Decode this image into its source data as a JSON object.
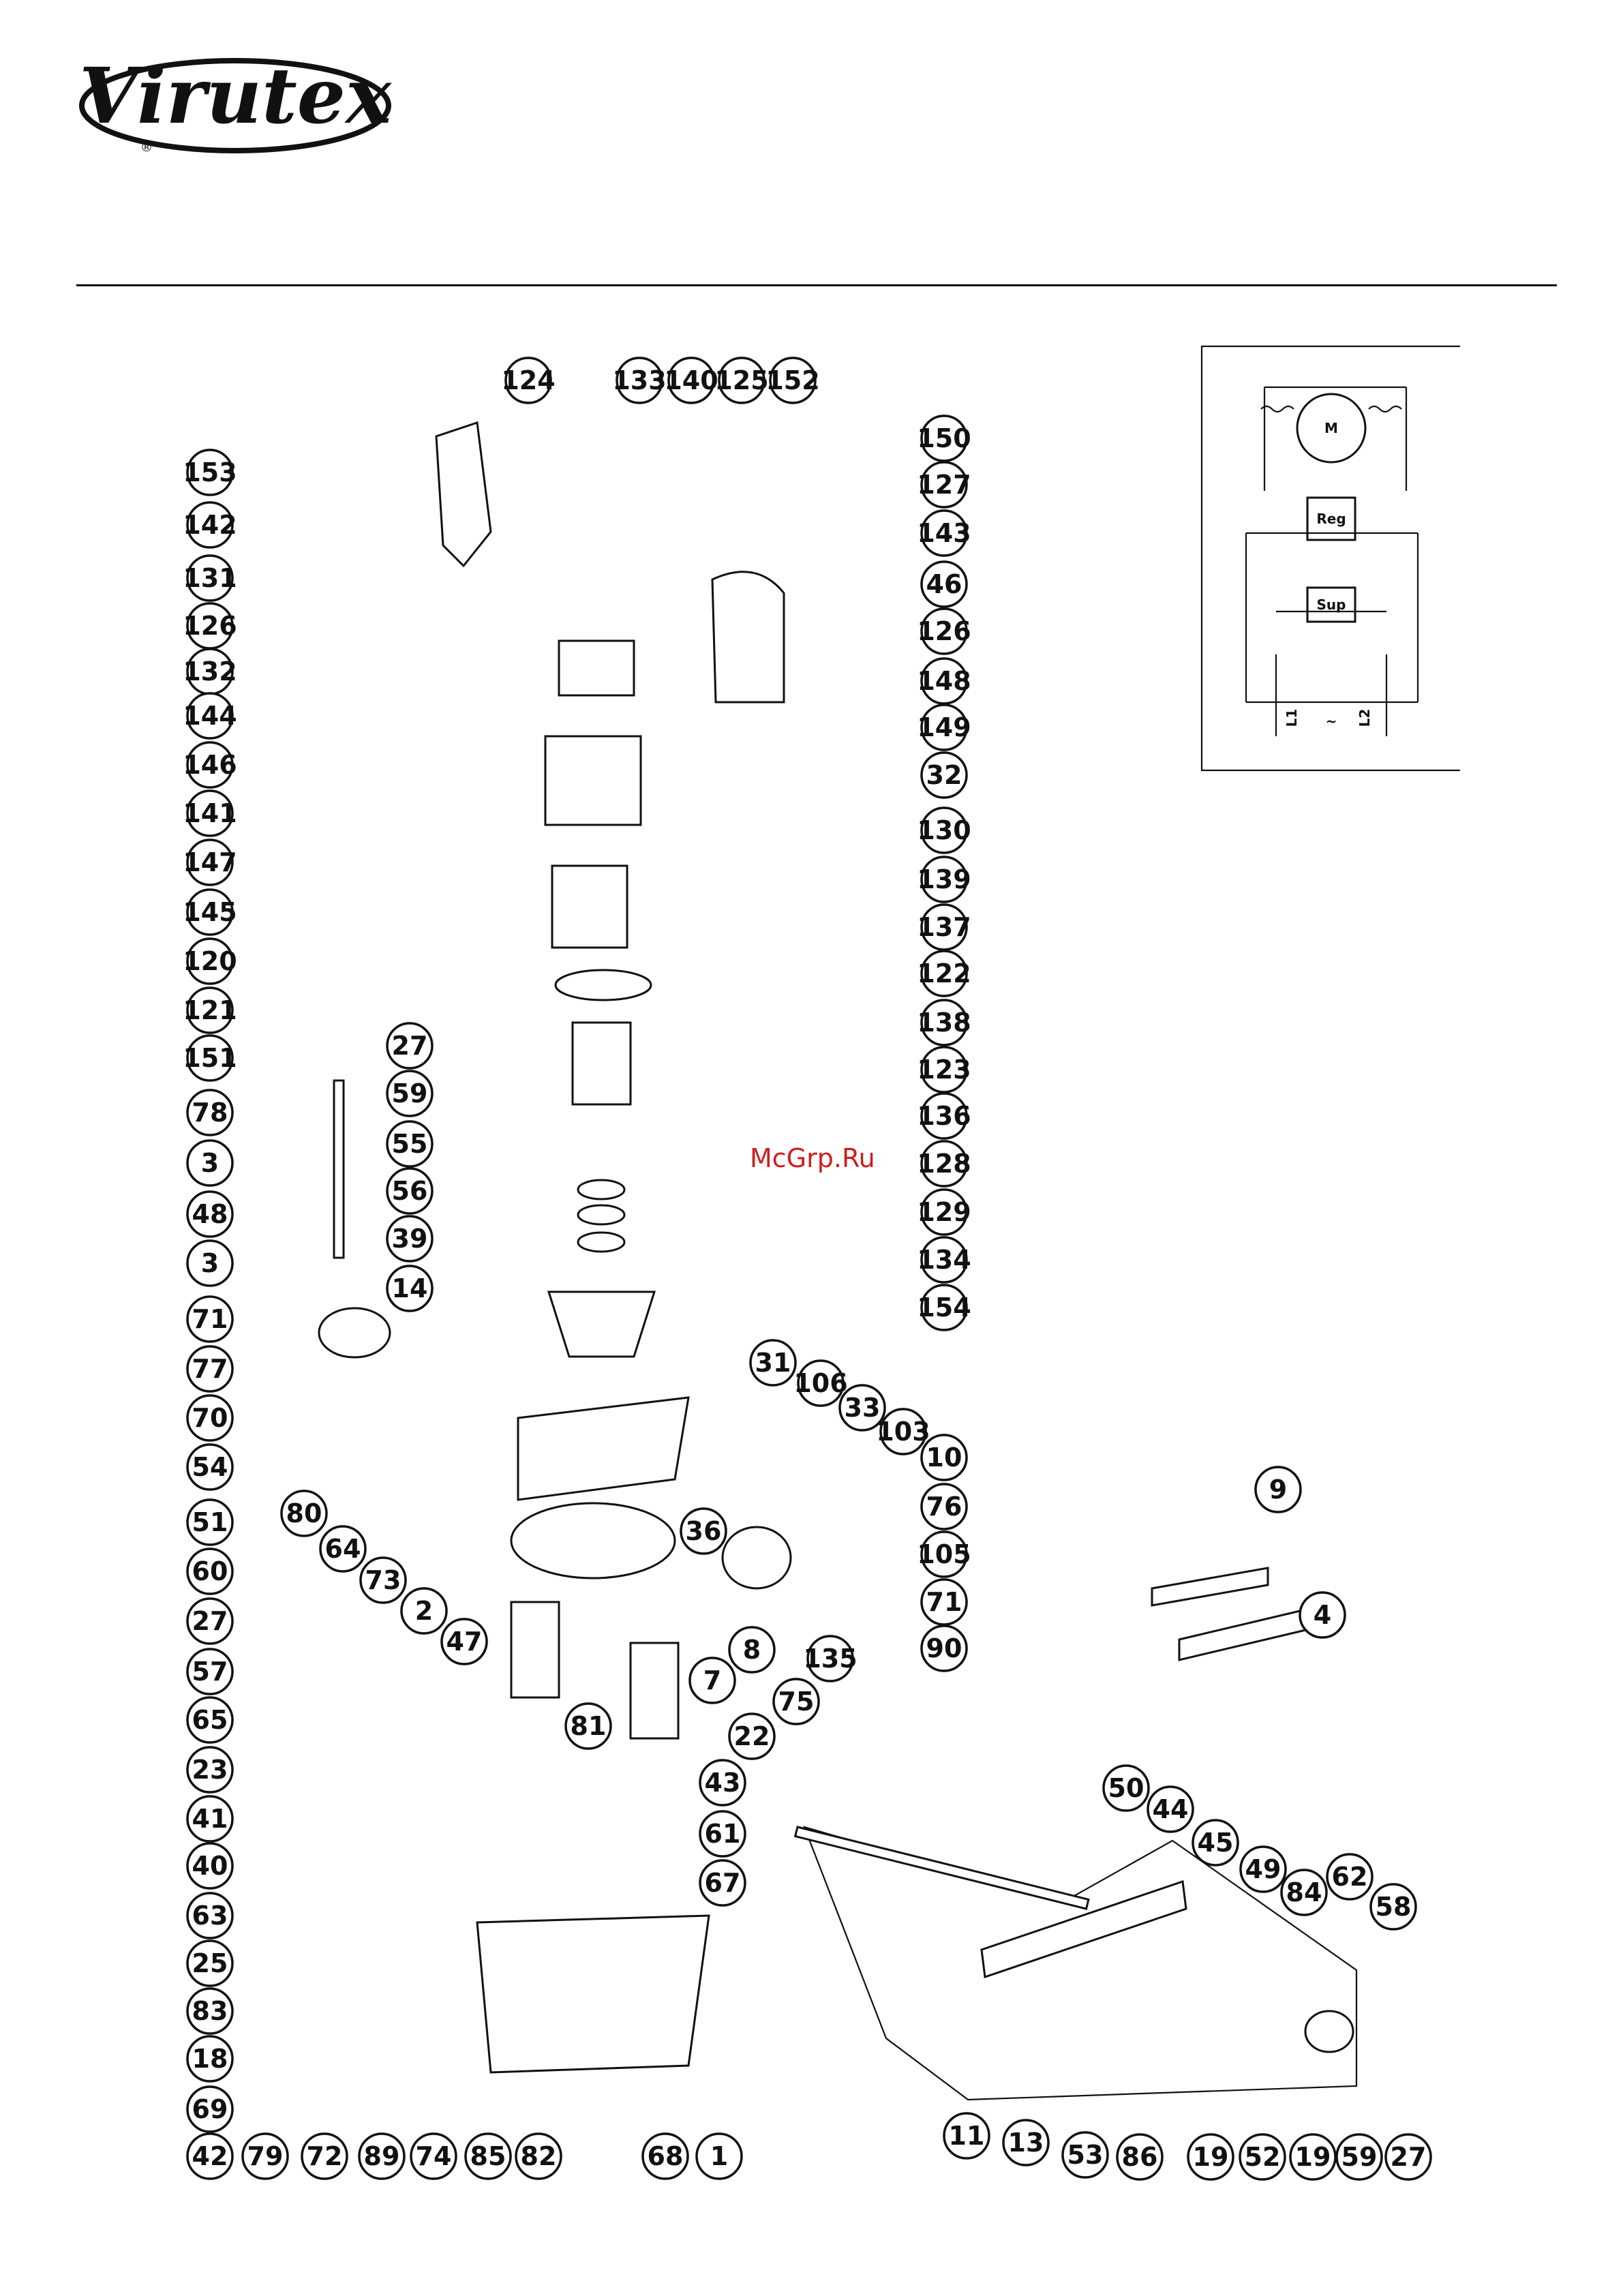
{
  "brand": {
    "name": "Virutex",
    "registered_mark": "®"
  },
  "watermark": "McGrp.Ru",
  "schematic": {
    "labels": {
      "motor": "M",
      "regulator": "Reg",
      "supply": "Sup",
      "l1": "L1",
      "tilde": "~",
      "l2": "L2"
    }
  },
  "callouts": [
    "124",
    "133",
    "140",
    "125",
    "152",
    "150",
    "153",
    "127",
    "142",
    "143",
    "131",
    "46",
    "126",
    "126",
    "132",
    "148",
    "144",
    "149",
    "146",
    "32",
    "141",
    "147",
    "130",
    "145",
    "139",
    "120",
    "137",
    "121",
    "122",
    "151",
    "138",
    "27",
    "123",
    "78",
    "59",
    "136",
    "3",
    "55",
    "128",
    "48",
    "56",
    "129",
    "3",
    "39",
    "134",
    "71",
    "14",
    "154",
    "77",
    "31",
    "106",
    "70",
    "33",
    "54",
    "103",
    "10",
    "80",
    "64",
    "76",
    "51",
    "36",
    "105",
    "73",
    "60",
    "2",
    "71",
    "27",
    "47",
    "8",
    "135",
    "90",
    "57",
    "7",
    "65",
    "81",
    "75",
    "23",
    "22",
    "41",
    "43",
    "40",
    "61",
    "63",
    "67",
    "25",
    "83",
    "18",
    "69",
    "42",
    "79",
    "72",
    "89",
    "74",
    "85",
    "82",
    "68",
    "1",
    "9",
    "4",
    "50",
    "44",
    "45",
    "49",
    "84",
    "62",
    "58",
    "11",
    "13",
    "53",
    "86",
    "19",
    "52",
    "19",
    "59",
    "27"
  ]
}
